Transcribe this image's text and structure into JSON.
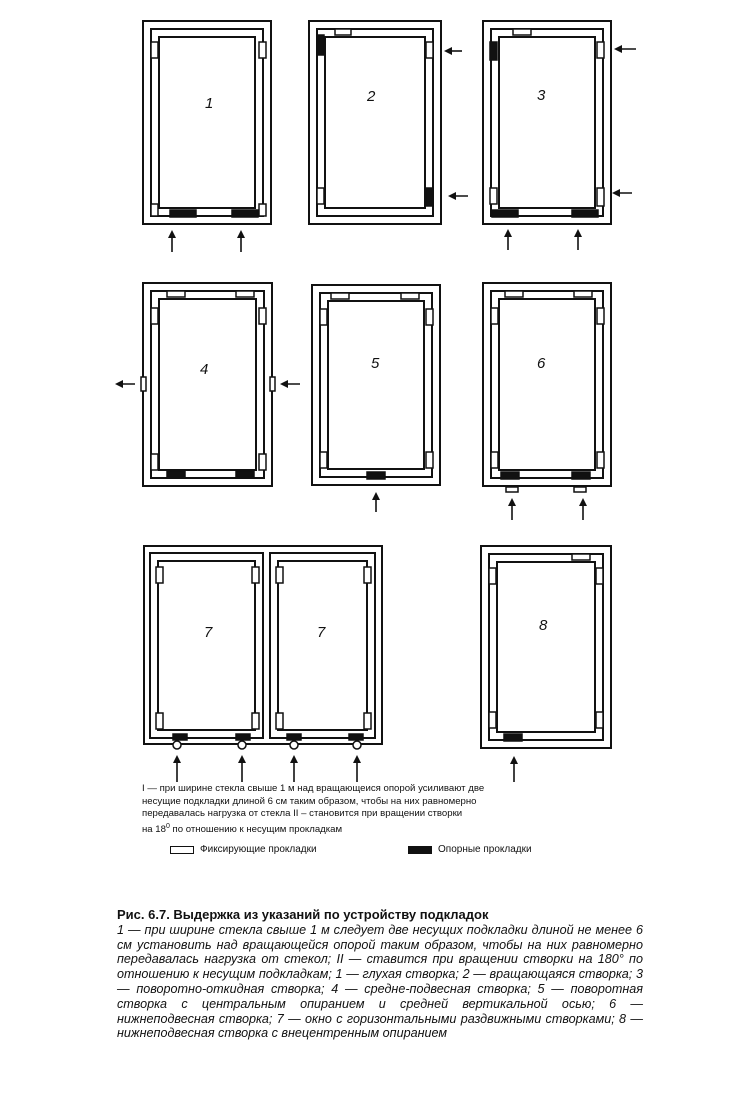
{
  "windows": [
    {
      "label": "1"
    },
    {
      "label": "2"
    },
    {
      "label": "3"
    },
    {
      "label": "4"
    },
    {
      "label": "5"
    },
    {
      "label": "6"
    },
    {
      "label": "7"
    },
    {
      "label": "7"
    },
    {
      "label": "8"
    }
  ],
  "marks": {
    "roman_one": "I",
    "roman_two": "II"
  },
  "note": {
    "line1": "— при ширине стекла свыше 1 м над вращающеися опорой усиливают две",
    "line2": "несущие подкладки длиной 6 см таким образом, чтобы на них равномерно",
    "line3": "передавалась нагрузка от стекла",
    "line3b": "– становится при вращении створки",
    "line4": "на 18",
    "line4_sup": "0",
    "line4b": " по отношению к несущим прокладкам"
  },
  "legend": {
    "fixing": "Фиксирующие прокладки",
    "support": "Опорные прокладки"
  },
  "caption": {
    "title": "Рис. 6.7. Выдержка из указаний по устройству подкладок",
    "body": "1 — при ширине стекла свыше 1 м следует две несущих подкладки длиной не менее 6 см установить над вращающейся опорой таким образом, чтобы на них равномерно передавалась нагрузка от стекол; II — ставится при вращении створки на 180° по отношению к несущим подкладкам; 1 — глухая створка; 2 — вращающаяся створка; 3 — поворотно-откидная створка; 4 — средне-подвесная створка; 5 — поворотная створка с центральным опиранием и средней вертикальной осью; 6 — нижнеподвесная створка; 7 — окно с горизонтальными раздвижными створками; 8 — нижнеподвесная створка с внецентренным опиранием"
  }
}
